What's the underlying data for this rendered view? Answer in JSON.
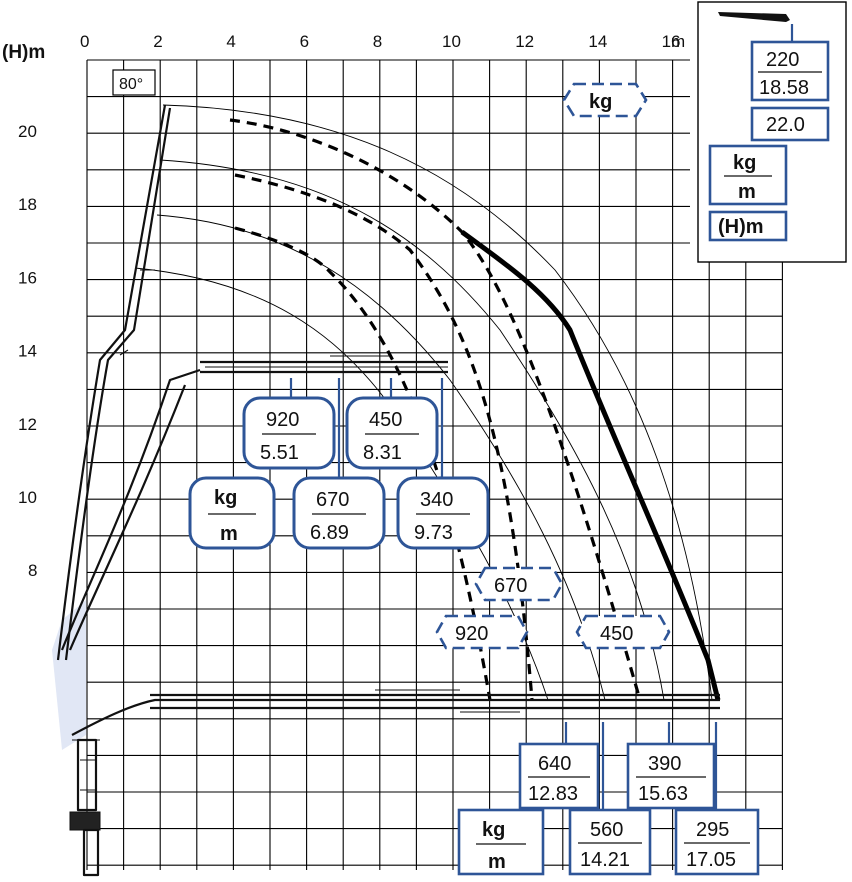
{
  "axes": {
    "y_title": "(H)m",
    "x_unit": "m",
    "x_ticks": [
      "0",
      "2",
      "4",
      "6",
      "8",
      "10",
      "12",
      "14",
      "16"
    ],
    "y_ticks": [
      "20",
      "18",
      "16",
      "14",
      "12",
      "10",
      "8"
    ],
    "angle_label": "80°"
  },
  "legend": {
    "capacity": "220",
    "reach": "18.58",
    "height": "22.0",
    "kg": "kg",
    "m": "m",
    "h_label": "(H)m"
  },
  "unit_box": {
    "kg": "kg",
    "m": "m"
  },
  "kg_marker": "kg",
  "loads_mid": [
    {
      "kg": "920",
      "m": "5.51"
    },
    {
      "kg": "450",
      "m": "8.31"
    },
    {
      "kg": "670",
      "m": "6.89"
    },
    {
      "kg": "340",
      "m": "9.73"
    }
  ],
  "loads_bottom": [
    {
      "kg": "640",
      "m": "12.83"
    },
    {
      "kg": "390",
      "m": "15.63"
    },
    {
      "kg": "560",
      "m": "14.21"
    },
    {
      "kg": "295",
      "m": "17.05"
    }
  ],
  "envelope_tags": [
    "670",
    "920",
    "450"
  ],
  "colors": {
    "accent": "#2e5597",
    "line": "#000000",
    "shade": "#dce3f3"
  }
}
